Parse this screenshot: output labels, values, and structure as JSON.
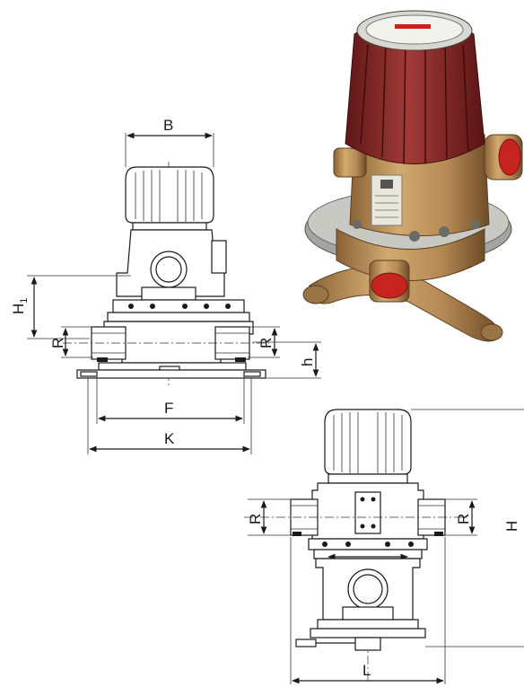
{
  "labels": {
    "B": "B",
    "H1_main": "H",
    "H1_sub": "1",
    "R_left_top": "R",
    "R_right_top": "R",
    "h": "h",
    "F": "F",
    "K": "K",
    "R_left_bottom": "R",
    "R_right_bottom": "R",
    "H": "H",
    "L": "L"
  },
  "colors": {
    "body_brass": "#b58a55",
    "cap_red": "#8c2a2a",
    "port_red": "#c8241f",
    "line": "#1a1a1a"
  }
}
